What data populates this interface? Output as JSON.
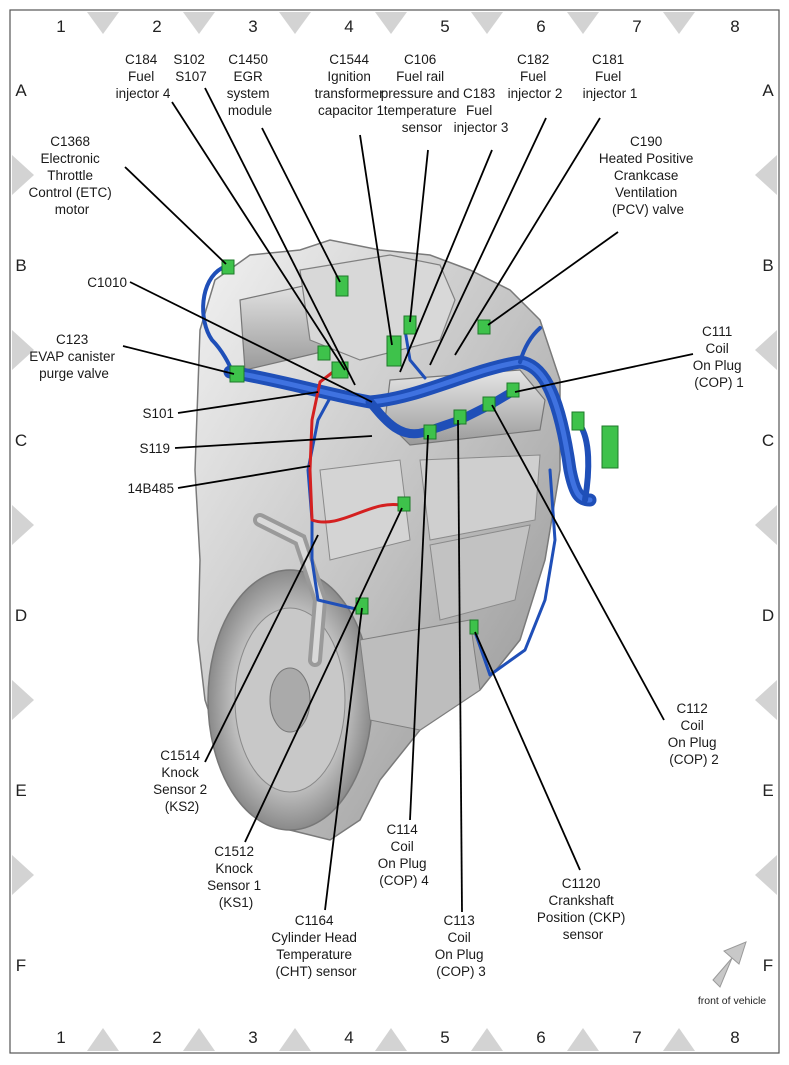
{
  "grid": {
    "columns": [
      "1",
      "2",
      "3",
      "4",
      "5",
      "6",
      "7",
      "8"
    ],
    "rows": [
      "A",
      "B",
      "C",
      "D",
      "E",
      "F"
    ]
  },
  "components": [
    {
      "id": "c184",
      "lines": [
        "C184",
        "Fuel",
        "injector 4"
      ]
    },
    {
      "id": "s102",
      "lines": [
        "S102",
        "S107"
      ]
    },
    {
      "id": "c1450",
      "lines": [
        "C1450",
        "EGR",
        "system",
        "module"
      ]
    },
    {
      "id": "c1544",
      "lines": [
        "C1544",
        "Ignition",
        "transformer",
        "capacitor 1"
      ]
    },
    {
      "id": "c106",
      "lines": [
        "C106",
        "Fuel rail",
        "pressure and",
        "temperature",
        "sensor"
      ]
    },
    {
      "id": "c183",
      "lines": [
        "C183",
        "Fuel",
        "injector 3"
      ]
    },
    {
      "id": "c182",
      "lines": [
        "C182",
        "Fuel",
        "injector 2"
      ]
    },
    {
      "id": "c181",
      "lines": [
        "C181",
        "Fuel",
        "injector 1"
      ]
    },
    {
      "id": "c190",
      "lines": [
        "C190",
        "Heated Positive",
        "Crankcase",
        "Ventilation",
        "(PCV) valve"
      ]
    },
    {
      "id": "c1368",
      "lines": [
        "C1368",
        "Electronic",
        "Throttle",
        "Control (ETC)",
        "motor"
      ]
    },
    {
      "id": "c1010",
      "lines": [
        "C1010"
      ]
    },
    {
      "id": "c123",
      "lines": [
        "C123",
        "EVAP canister",
        "purge valve"
      ]
    },
    {
      "id": "s101",
      "lines": [
        "S101"
      ]
    },
    {
      "id": "s119",
      "lines": [
        "S119"
      ]
    },
    {
      "id": "b14b485",
      "lines": [
        "14B485"
      ]
    },
    {
      "id": "c111",
      "lines": [
        "C111",
        "Coil",
        "On Plug",
        "(COP) 1"
      ]
    },
    {
      "id": "c112",
      "lines": [
        "C112",
        "Coil",
        "On Plug",
        "(COP) 2"
      ]
    },
    {
      "id": "c1514",
      "lines": [
        "C1514",
        "Knock",
        "Sensor 2",
        "(KS2)"
      ]
    },
    {
      "id": "c1512",
      "lines": [
        "C1512",
        "Knock",
        "Sensor 1",
        "(KS1)"
      ]
    },
    {
      "id": "c1164",
      "lines": [
        "C1164",
        "Cylinder Head",
        "Temperature",
        "(CHT) sensor"
      ]
    },
    {
      "id": "c114",
      "lines": [
        "C114",
        "Coil",
        "On Plug",
        "(COP) 4"
      ]
    },
    {
      "id": "c113",
      "lines": [
        "C113",
        "Coil",
        "On Plug",
        "(COP) 3"
      ]
    },
    {
      "id": "c1120",
      "lines": [
        "C1120",
        "Crankshaft",
        "Position (CKP)",
        "sensor"
      ]
    }
  ],
  "orientation": {
    "label": "front of vehicle",
    "icon": "arrow-up-right-icon"
  },
  "colors": {
    "harness": "#1f4fb8",
    "harness_red": "#d42020",
    "connector": "#3ec24b",
    "engine": "#c9c9c9"
  }
}
